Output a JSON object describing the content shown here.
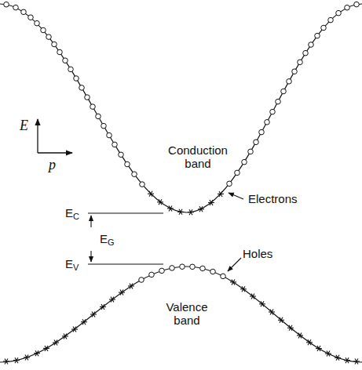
{
  "diagram": {
    "labels": [
      "E",
      "p",
      "Conduction band",
      "Electrons",
      "EC",
      "EG",
      "EV",
      "Holes",
      "Valence band"
    ]
  }
}
